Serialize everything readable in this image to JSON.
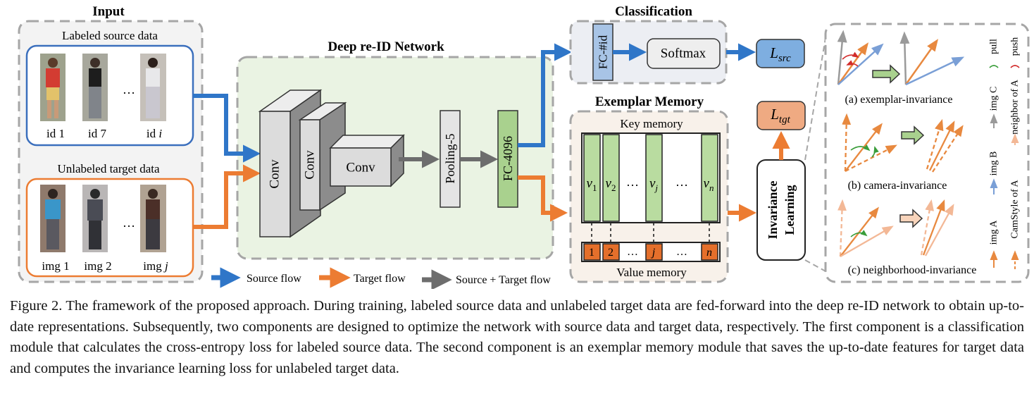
{
  "input": {
    "title": "Input",
    "labeled": {
      "title": "Labeled source data",
      "ids": [
        {
          "prefix": "id ",
          "num": "1"
        },
        {
          "prefix": "id ",
          "num": "7"
        },
        {
          "prefix": "id ",
          "num": "i"
        }
      ],
      "ellipsis": "…"
    },
    "unlabeled": {
      "title": "Unlabeled target data",
      "ids": [
        {
          "prefix": "img ",
          "num": "1"
        },
        {
          "prefix": "img ",
          "num": "2"
        },
        {
          "prefix": "img ",
          "num": "j"
        }
      ],
      "ellipsis": "…"
    }
  },
  "network": {
    "title": "Deep re-ID Network",
    "conv1": "Conv",
    "conv2": "Conv",
    "conv3": "Conv",
    "pool": "Pooling-5",
    "fc": "FC-4096"
  },
  "classification": {
    "title": "Classification",
    "fc": "FC-#id",
    "softmax": "Softmax",
    "loss": {
      "base": "L",
      "sub": "src"
    }
  },
  "memory": {
    "title": "Exemplar Memory",
    "key_label": "Key memory",
    "value_label": "Value memory",
    "keys": [
      {
        "base": "v",
        "sub": "1"
      },
      {
        "base": "v",
        "sub": "2"
      },
      {
        "base": "…",
        "sub": ""
      },
      {
        "base": "v",
        "sub": "j"
      },
      {
        "base": "…",
        "sub": ""
      },
      {
        "base": "v",
        "sub": "n"
      }
    ],
    "values": [
      "1",
      "2",
      "…",
      "j",
      "…",
      "n"
    ]
  },
  "invariance": {
    "line1": "Invariance",
    "line2": "Learning",
    "loss": {
      "base": "L",
      "sub": "tgt"
    }
  },
  "panels": {
    "a": "(a) exemplar-invariance",
    "b": "(b) camera-invariance",
    "c": "(c) neighborhood-invariance"
  },
  "side_legend": {
    "pull": "pull",
    "push": "push",
    "img_c": "img C",
    "neighbor_a": "neighbor of A",
    "img_b": "img B",
    "camstyle_a": "CamStyle of A",
    "img_a": "img A"
  },
  "legend": {
    "source": "Source flow",
    "target": "Target flow",
    "both": "Source + Target flow"
  },
  "caption": "Figure 2. The framework of the proposed approach. During training, labeled source data and unlabeled target data are fed-forward into the deep re-ID network to obtain up-to-date representations. Subsequently, two components are designed to optimize the network with source data and target data, respectively. The first component is a classification module that calculates the cross-entropy loss for labeled source data. The second component is an exemplar memory module that saves the up-to-date features for target data and computes the invariance learning loss for unlabeled target data.",
  "colors": {
    "source": "#2f76c8",
    "target": "#ec7c32",
    "both": "#6d6d6d",
    "key_fill": "#b9dca0",
    "value_fill": "#e46f2b",
    "network_bg": "#eaf3e3",
    "class_bg": "#eceef3",
    "memory_bg": "#f8f1ea",
    "input_bg": "#f3f3f3",
    "loss_src": "#7eaee0",
    "loss_tgt": "#efaa82"
  }
}
